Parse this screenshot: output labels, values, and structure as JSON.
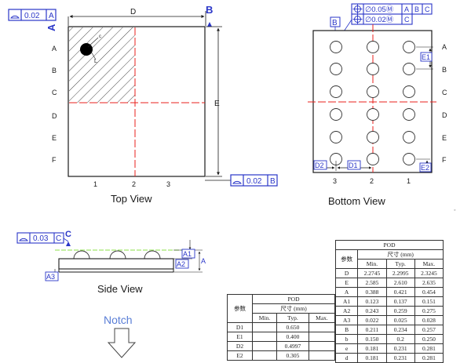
{
  "top_view": {
    "title": "Top View",
    "fcf_flatness": {
      "tolerance": "0.02",
      "datum": "A"
    },
    "datum_a": "A",
    "datum_b": "B",
    "dim_d": "D",
    "dim_e": "E",
    "corner_labels": {
      "c": "c",
      "l": "L"
    },
    "rows": [
      "A",
      "B",
      "C",
      "D",
      "E",
      "F"
    ],
    "cols": [
      "1",
      "2",
      "3"
    ],
    "fcf_side": {
      "tolerance": "0.02",
      "datum": "B"
    }
  },
  "bottom_view": {
    "title": "Bottom View",
    "fcf_1": {
      "tolerance": "∅0.05Ⓜ",
      "datums": [
        "A",
        "B",
        "C"
      ]
    },
    "fcf_2": {
      "tolerance": "∅0.02Ⓜ",
      "datums": [
        "C"
      ]
    },
    "dim_b": "B",
    "dim_e1": "E1",
    "dim_e2": "E2",
    "dim_d1": "D1",
    "dim_d2": "D2",
    "rows": [
      "A",
      "B",
      "C",
      "D",
      "E",
      "F"
    ],
    "cols": [
      "3",
      "2",
      "1"
    ]
  },
  "side_view": {
    "title": "Side View",
    "fcf": {
      "tolerance": "0.03",
      "datum": "C"
    },
    "datum_c": "C",
    "dims": {
      "a1": "A1",
      "a2": "A2",
      "a3": "A3",
      "a": "A"
    }
  },
  "notch": {
    "label": "Notch"
  },
  "table_right": {
    "header": "POD",
    "param_label": "参数",
    "size_label": "尺寸 (mm)",
    "col_labels": [
      "Min.",
      "Typ.",
      "Max."
    ],
    "rows": [
      {
        "param": "D",
        "min": "2.2745",
        "typ": "2.2995",
        "max": "2.3245"
      },
      {
        "param": "E",
        "min": "2.585",
        "typ": "2.610",
        "max": "2.635"
      },
      {
        "param": "A",
        "min": "0.388",
        "typ": "0.421",
        "max": "0.454"
      },
      {
        "param": "A1",
        "min": "0.123",
        "typ": "0.137",
        "max": "0.151"
      },
      {
        "param": "A2",
        "min": "0.243",
        "typ": "0.259",
        "max": "0.275"
      },
      {
        "param": "A3",
        "min": "0.022",
        "typ": "0.025",
        "max": "0.028"
      },
      {
        "param": "B",
        "min": "0.211",
        "typ": "0.234",
        "max": "0.257"
      },
      {
        "param": "b",
        "min": "0.150",
        "typ": "0.2",
        "max": "0.250"
      },
      {
        "param": "e",
        "min": "0.181",
        "typ": "0.231",
        "max": "0.281"
      },
      {
        "param": "d",
        "min": "0.181",
        "typ": "0.231",
        "max": "0.281"
      }
    ]
  },
  "table_left": {
    "header": "POD",
    "param_label": "参数",
    "size_label": "尺寸 (mm)",
    "col_labels": [
      "Min.",
      "Typ.",
      "Max."
    ],
    "rows": [
      {
        "param": "D1",
        "min": "",
        "typ": "0.650",
        "max": ""
      },
      {
        "param": "E1",
        "min": "",
        "typ": "0.400",
        "max": ""
      },
      {
        "param": "D2",
        "min": "",
        "typ": "0.4997",
        "max": ""
      },
      {
        "param": "E2",
        "min": "",
        "typ": "0.305",
        "max": ""
      }
    ]
  },
  "colors": {
    "frame": "#2a36c8",
    "center": "#e8211c",
    "ink": "#1a1a1a"
  }
}
